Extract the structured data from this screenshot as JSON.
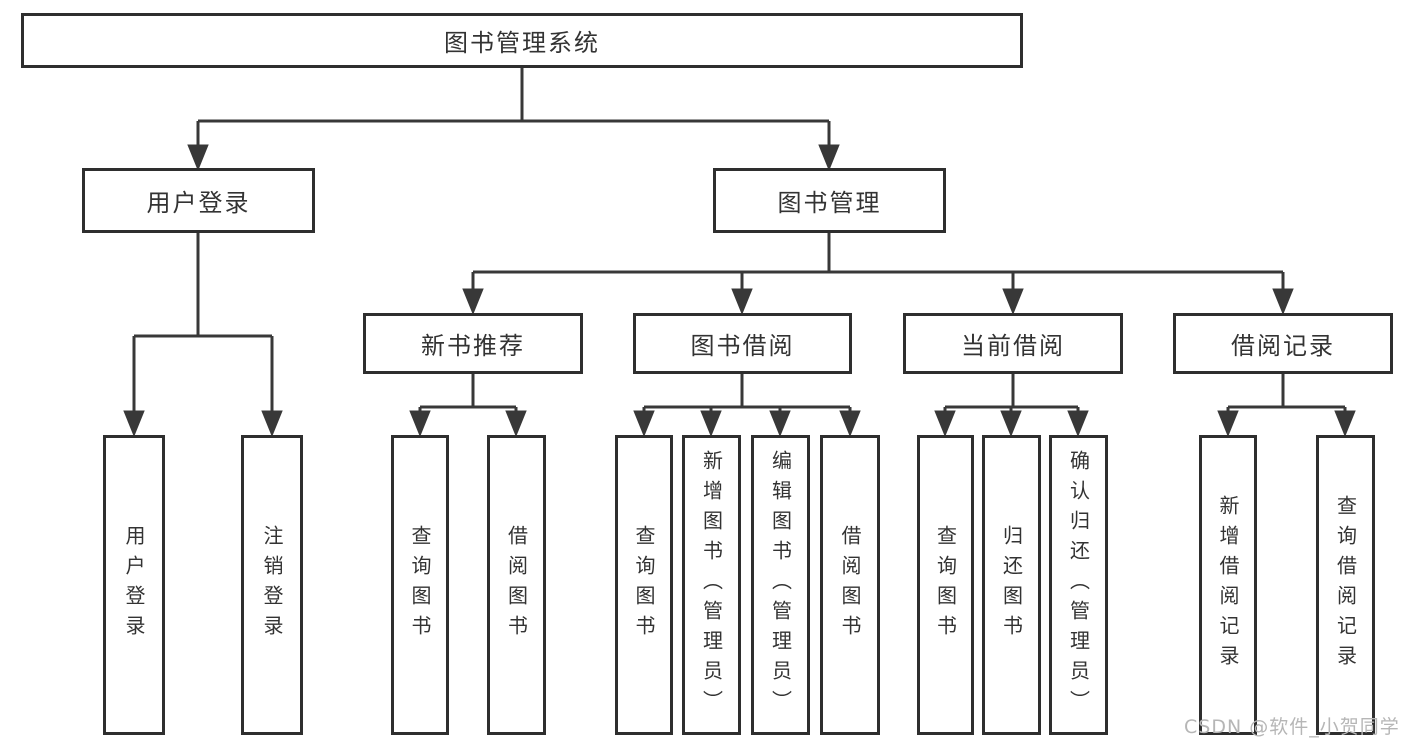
{
  "diagram": {
    "root": {
      "label": "图书管理系统"
    },
    "branches": [
      {
        "label": "用户登录",
        "children": [
          {
            "label": "用户登录"
          },
          {
            "label": "注销登录"
          }
        ]
      },
      {
        "label": "图书管理",
        "children": [
          {
            "label": "新书推荐",
            "children": [
              {
                "label": "查询图书"
              },
              {
                "label": "借阅图书"
              }
            ]
          },
          {
            "label": "图书借阅",
            "children": [
              {
                "label": "查询图书"
              },
              {
                "label": "新增图书（管理员）"
              },
              {
                "label": "编辑图书（管理员）"
              },
              {
                "label": "借阅图书"
              }
            ]
          },
          {
            "label": "当前借阅",
            "children": [
              {
                "label": "查询图书"
              },
              {
                "label": "归还图书"
              },
              {
                "label": "确认归还（管理员）"
              }
            ]
          },
          {
            "label": "借阅记录",
            "children": [
              {
                "label": "新增借阅记录"
              },
              {
                "label": "查询借阅记录"
              }
            ]
          }
        ]
      }
    ]
  },
  "watermark": {
    "text": "CSDN @软件_小贺同学"
  },
  "colors": {
    "border": "#2e2e2e",
    "line": "#383838",
    "text": "#333333",
    "watermark": "#b6b6b6",
    "background": "#ffffff"
  }
}
